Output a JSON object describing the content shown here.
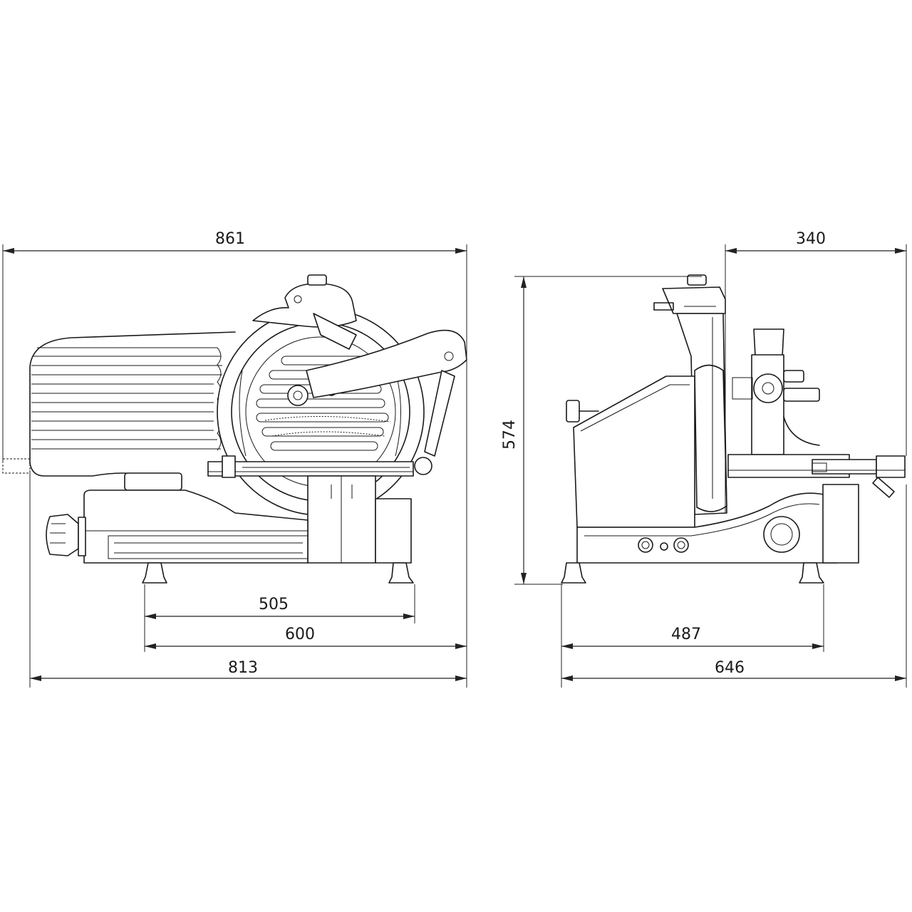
{
  "colors": {
    "line": "#1a1a1a",
    "background": "#ffffff"
  },
  "dimensions": {
    "side_overall_length": "861",
    "side_base_length": "813",
    "side_carriage_travel": "600",
    "side_feet_spacing": "505",
    "front_overall_height": "574",
    "front_overall_width": "646",
    "front_feet_spacing": "487",
    "front_carriage_width": "340"
  }
}
